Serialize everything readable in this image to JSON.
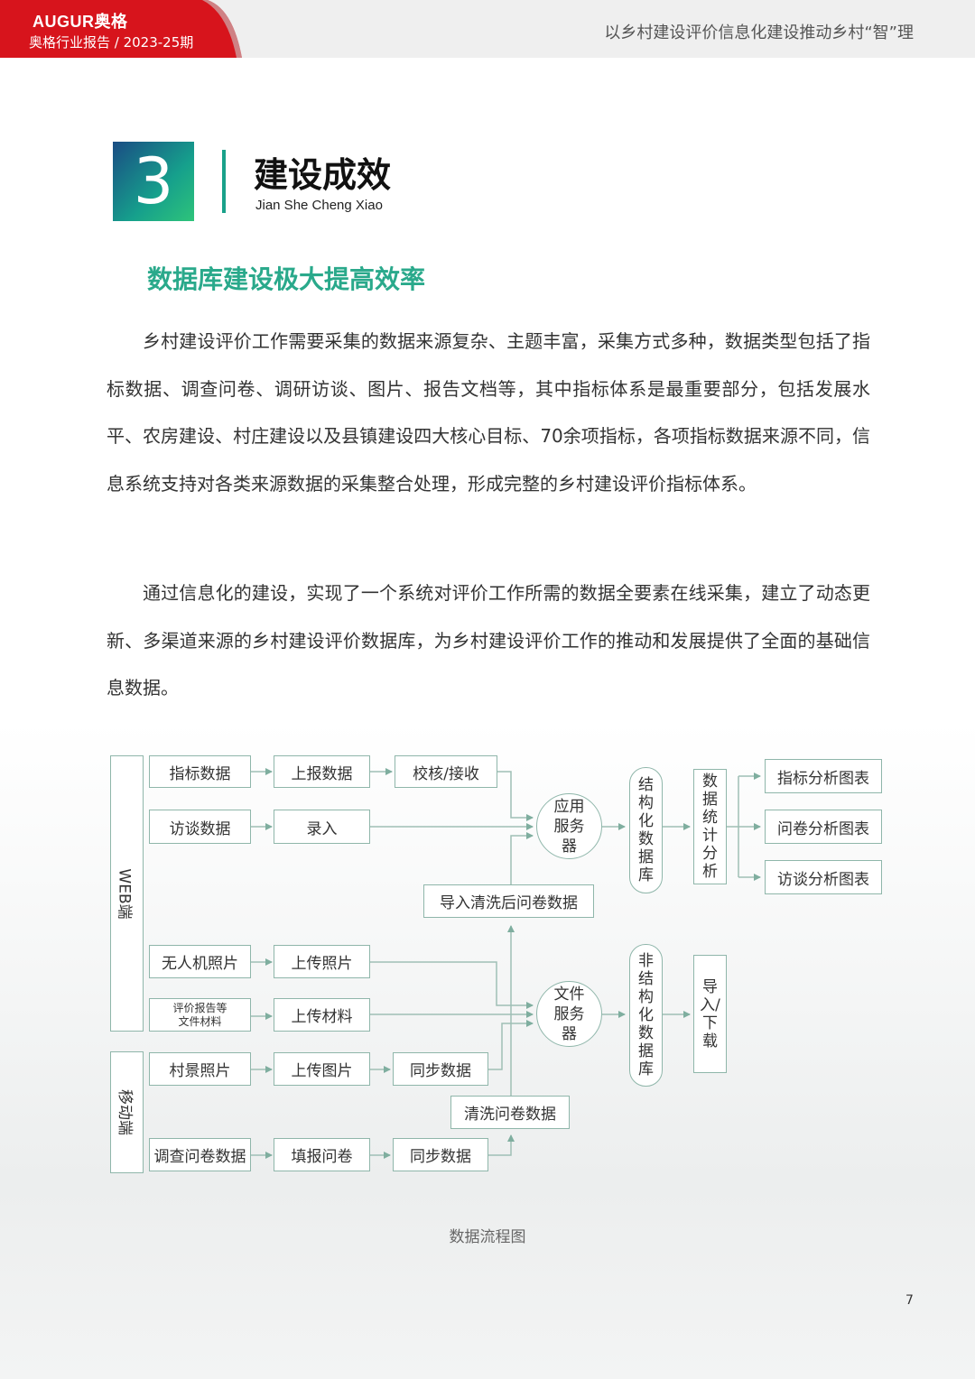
{
  "header": {
    "brand": "AUGUR奥格",
    "issue": "奥格行业报告 / 2023-25期",
    "title": "以乡村建设评价信息化建设推动乡村“智”理"
  },
  "section": {
    "number": "3",
    "title": "建设成效",
    "subtitle": "Jian She Cheng Xiao"
  },
  "sub_heading": "数据库建设极大提高效率",
  "paragraphs": [
    "乡村建设评价工作需要采集的数据来源复杂、主题丰富，采集方式多种，数据类型包括了指标数据、调查问卷、调研访谈、图片、报告文档等，其中指标体系是最重要部分，包括发展水平、农房建设、村庄建设以及县镇建设四大核心目标、70余项指标，各项指标数据来源不同，信息系统支持对各类来源数据的采集整合处理，形成完整的乡村建设评价指标体系。",
    "通过信息化的建设，实现了一个系统对评价工作所需的数据全要素在线采集，建立了动态更新、多渠道来源的乡村建设评价数据库，为乡村建设评价工作的推动和发展提供了全面的基础信息数据。"
  ],
  "flow": {
    "side_web": "WEB端",
    "side_mobile": "移动端",
    "n_indicator": "指标数据",
    "n_report_data": "上报数据",
    "n_verify": "校核/接收",
    "n_interview": "访谈数据",
    "n_input": "录入",
    "n_app_server": "应用服务器",
    "n_import_clean": "导入清洗后问卷数据",
    "n_structured_db": "结构化数据库",
    "n_stats": "数据统计分析",
    "n_chart_indicator": "指标分析图表",
    "n_chart_survey": "问卷分析图表",
    "n_chart_interview": "访谈分析图表",
    "n_drone": "无人机照片",
    "n_upload_photo": "上传照片",
    "n_eval_report": "评价报告等文件材料",
    "n_upload_material": "上传材料",
    "n_file_server": "文件服务器",
    "n_unstructured_db": "非结构化数据库",
    "n_import_download": "导入/下载",
    "n_village_photo": "村景照片",
    "n_upload_image": "上传图片",
    "n_sync1": "同步数据",
    "n_clean_survey": "清洗问卷数据",
    "n_survey_data": "调查问卷数据",
    "n_fill_survey": "填报问卷",
    "n_sync2": "同步数据"
  },
  "caption": "数据流程图",
  "page_number": "7",
  "colors": {
    "brand_red": "#d7141c",
    "accent_green": "#2aa98b",
    "box_border": "#8fb6aa"
  }
}
